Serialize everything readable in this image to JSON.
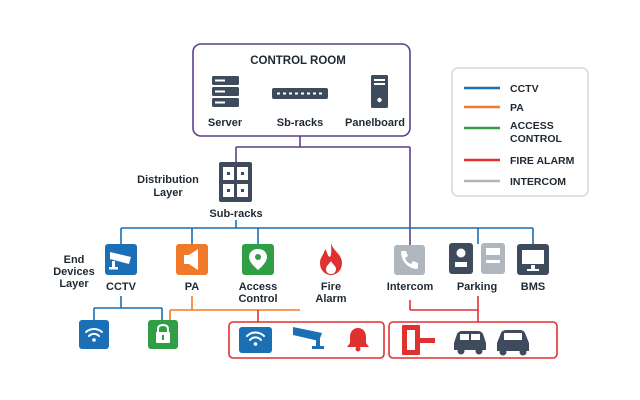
{
  "control_room": {
    "title": "CONTROL ROOM",
    "items": [
      {
        "label": "Server",
        "icon": "server-icon"
      },
      {
        "label": "Sb-racks",
        "icon": "rack-unit-icon"
      },
      {
        "label": "Panelboard",
        "icon": "panelboard-icon"
      }
    ]
  },
  "distribution": {
    "label_line1": "Distribution",
    "label_line2": "Layer",
    "node_label": "Sub-racks",
    "icon": "sub-racks-icon"
  },
  "end_devices": {
    "label_line1": "End",
    "label_line2": "Devices",
    "label_line3": "Layer",
    "items": [
      {
        "line1": "CCTV",
        "line2": "",
        "icon": "cctv-camera-icon",
        "color": "#1a6fb5"
      },
      {
        "line1": "PA",
        "line2": "",
        "icon": "speaker-icon",
        "color": "#f07a2a"
      },
      {
        "line1": "Access",
        "line2": "Control",
        "icon": "location-pin-icon",
        "color": "#2f9e44"
      },
      {
        "line1": "Fire",
        "line2": "Alarm",
        "icon": "flame-icon",
        "color": "#e03131"
      },
      {
        "line1": "Intercom",
        "line2": "",
        "icon": "phone-icon",
        "color": "#b0b6bd"
      },
      {
        "line1": "Parking",
        "line2": "",
        "icon": "parking-terminal-icon",
        "color": "#3d4b5c"
      },
      {
        "line1": "BMS",
        "line2": "",
        "icon": "monitor-icon",
        "color": "#3d4b5c"
      }
    ]
  },
  "bottom_devices": [
    {
      "icon": "wifi-icon",
      "color": "#1a6fb5"
    },
    {
      "icon": "lock-icon",
      "color": "#2f9e44"
    },
    {
      "icon": "wifi-icon",
      "color": "#1a6fb5"
    },
    {
      "icon": "cctv-camera-icon",
      "color": "#1a6fb5"
    },
    {
      "icon": "alarm-bell-icon",
      "color": "#e03131"
    },
    {
      "icon": "door-access-icon",
      "color": "#e03131"
    },
    {
      "icon": "car-icon",
      "color": "#3d4b5c"
    },
    {
      "icon": "car-icon",
      "color": "#3d4b5c"
    }
  ],
  "legend": [
    {
      "label_line1": "CCTV",
      "label_line2": "",
      "color": "#1a6fb5"
    },
    {
      "label_line1": "PA",
      "label_line2": "",
      "color": "#f07a2a"
    },
    {
      "label_line1": "ACCESS",
      "label_line2": "CONTROL",
      "color": "#2f9e44"
    },
    {
      "label_line1": "FIRE ALARM",
      "label_line2": "",
      "color": "#e03131"
    },
    {
      "label_line1": "INTERCOM",
      "label_line2": "",
      "color": "#b0b6bd"
    }
  ],
  "colors": {
    "frame": "#5b3f8c",
    "text": "#1f2933",
    "cctv": "#1a6fb5",
    "pa": "#f07a2a",
    "access": "#2f9e44",
    "fire": "#e03131",
    "intercom": "#b0b6bd",
    "dark": "#3d4b5c"
  }
}
